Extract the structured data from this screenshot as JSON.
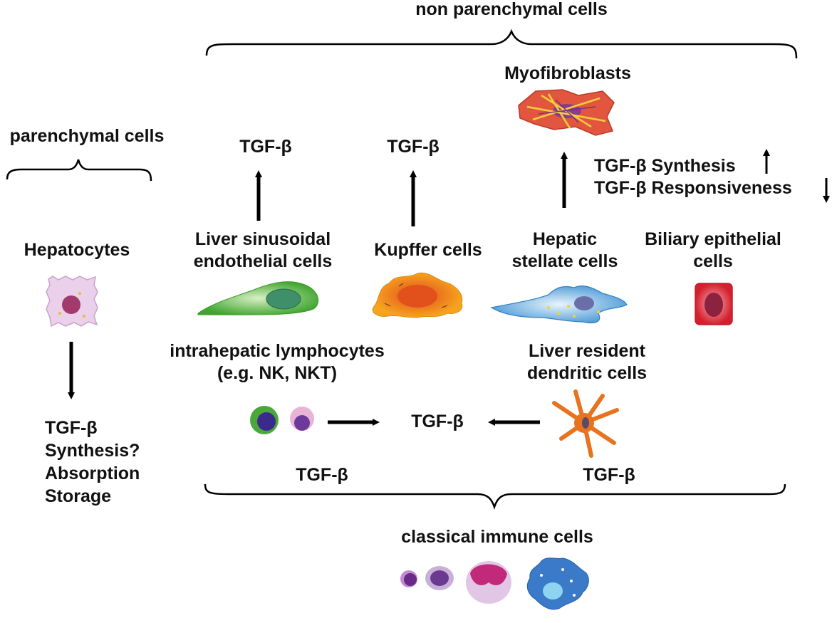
{
  "headers": {
    "non_parenchymal": "non parenchymal cells",
    "parenchymal": "parenchymal cells",
    "classical_immune": "classical immune cells"
  },
  "cells": {
    "myofibroblasts": "Myofibroblasts",
    "hepatocytes": "Hepatocytes",
    "lsec_line1": "Liver sinusoidal",
    "lsec_line2": "endothelial cells",
    "kupffer": "Kupffer cells",
    "hsc_line1": "Hepatic",
    "hsc_line2": "stellate cells",
    "biliary_line1": "Biliary epithelial",
    "biliary_line2": "cells",
    "lymph_line1": "intrahepatic lymphocytes",
    "lymph_line2": "(e.g. NK, NKT)",
    "dendritic_line1": "Liver resident",
    "dendritic_line2": "dendritic cells"
  },
  "tgf": {
    "label": "TGF-β",
    "synthesis": "TGF-β Synthesis",
    "responsiveness": "TGF-β Responsiveness"
  },
  "hepatocyte_functions": [
    "TGF-β",
    "Synthesis?",
    "Absorption",
    "Storage"
  ],
  "colors": {
    "endothelial": "#6cc04a",
    "kupffer": "#f5a623",
    "stellate": "#5aa6dd",
    "biliary": "#d9252e",
    "myofibroblast": "#e2563f",
    "hepatocyte": "#e6c4e6",
    "dendritic": "#e8731e",
    "arrow": "#000000"
  }
}
